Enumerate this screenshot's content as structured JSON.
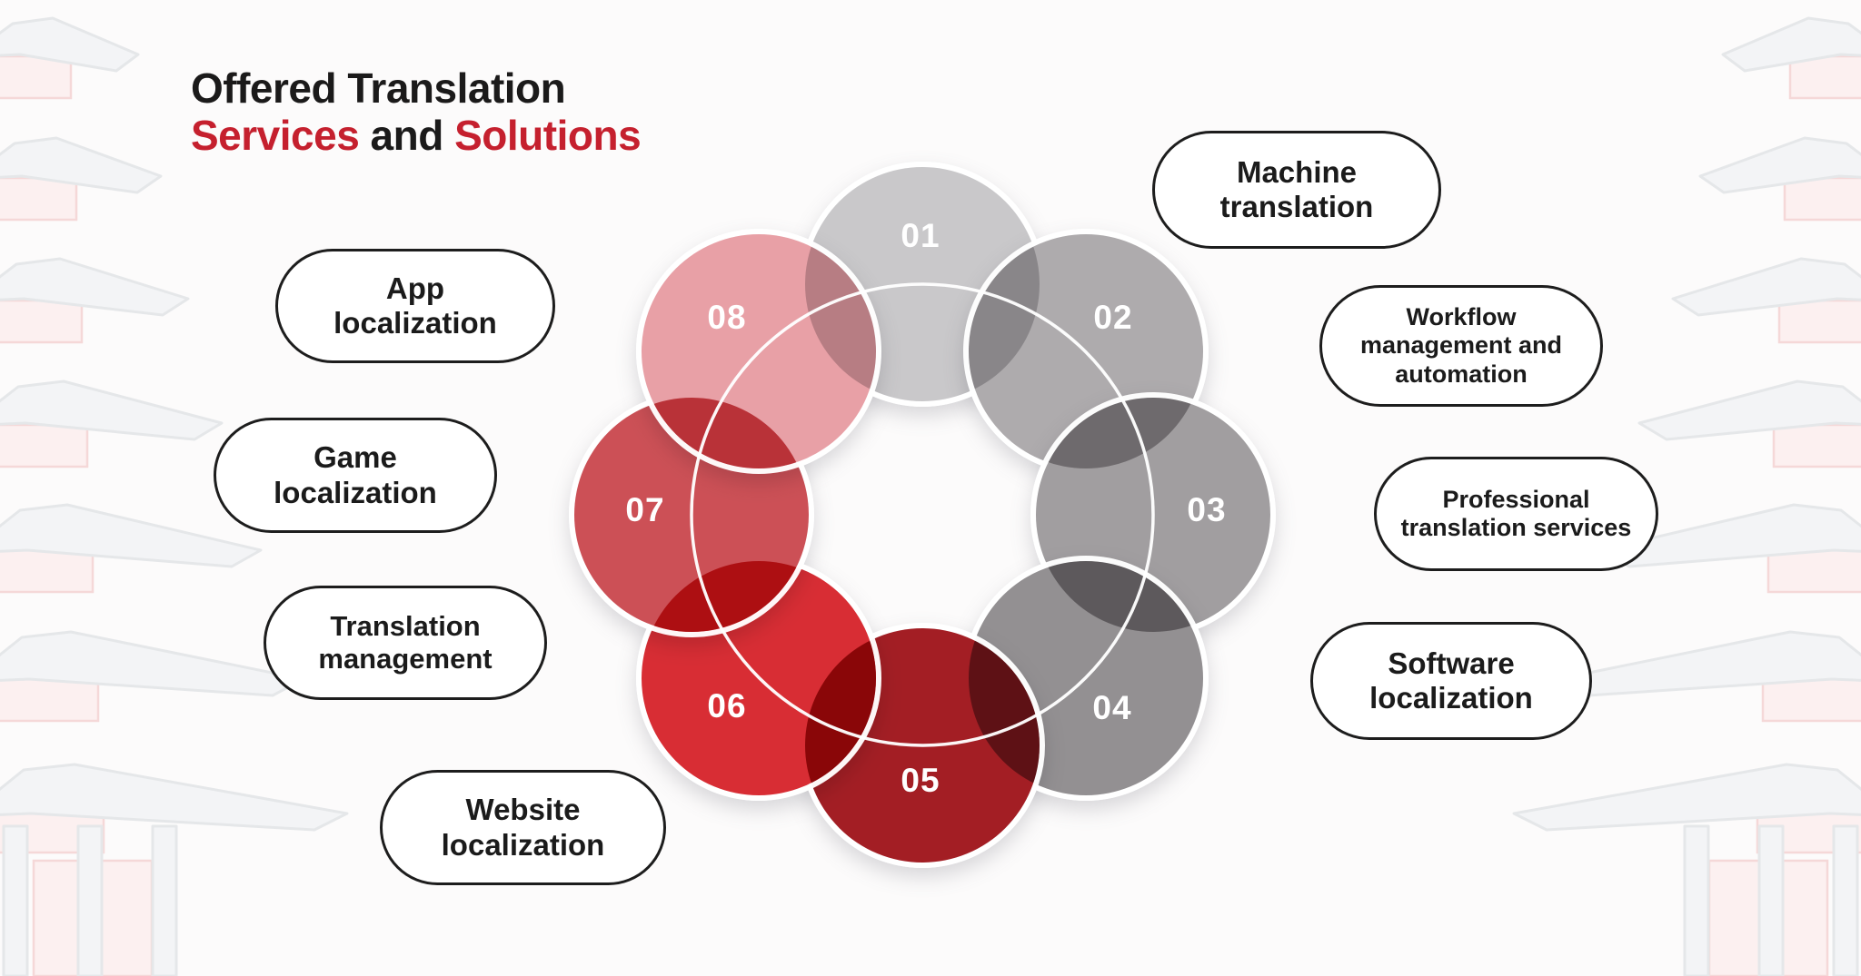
{
  "title": {
    "line1": "Offered Translation",
    "line2_part1": "Services",
    "line2_part2": " and ",
    "line2_part3": "Solutions"
  },
  "colors": {
    "accent_red": "#c5202e",
    "title_black": "#1b1a1a",
    "pill_border": "#1d1d1d",
    "ring_stroke": "#ffffff",
    "number_text": "#ffffff",
    "background": "#fcfbfb"
  },
  "diagram": {
    "items": [
      {
        "num": "01",
        "label": "Machine translation",
        "color": "#c6c5c7"
      },
      {
        "num": "02",
        "label": "Workflow management and automation",
        "color": "#a9a6a8"
      },
      {
        "num": "03",
        "label": "Professional translation services",
        "color": "#9b989a"
      },
      {
        "num": "04",
        "label": "Software localization",
        "color": "#8c898b"
      },
      {
        "num": "05",
        "label": "Website localization",
        "color": "#9d1016"
      },
      {
        "num": "06",
        "label": "Translation management",
        "color": "#d62027"
      },
      {
        "num": "07",
        "label": "Game localization",
        "color": "#c9454b"
      },
      {
        "num": "08",
        "label": "App localization",
        "color": "#e79aa1"
      }
    ]
  }
}
